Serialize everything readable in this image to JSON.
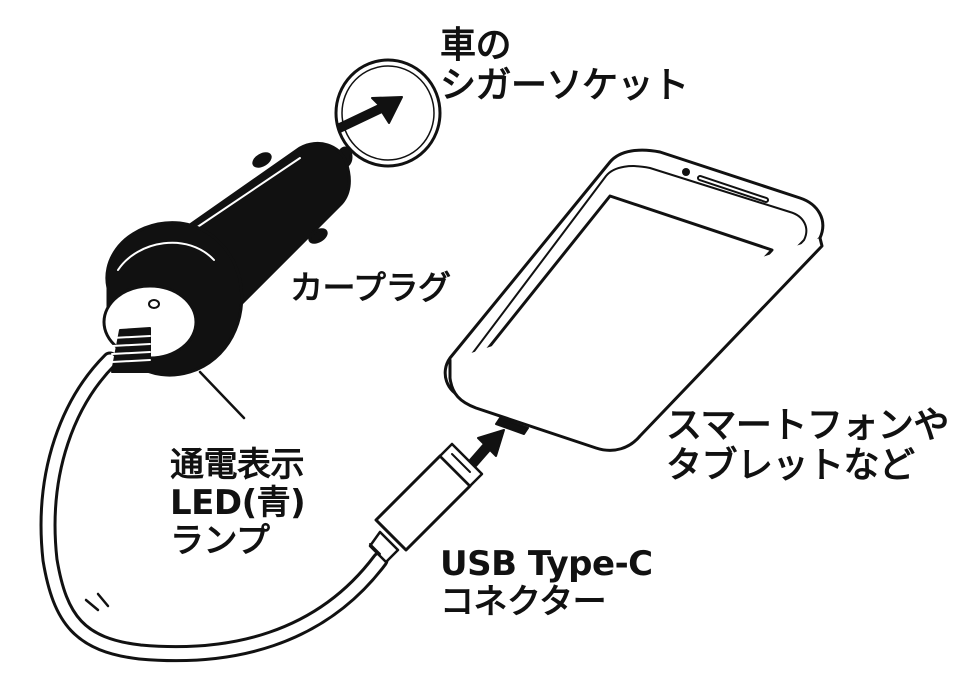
{
  "labels": {
    "socket": {
      "line1": "車の",
      "line2": "シガーソケット"
    },
    "plug": "カープラグ",
    "led": {
      "line1": "通電表示",
      "line2": "LED(青)",
      "line3": "ランプ"
    },
    "phone": {
      "line1": "スマートフォンや",
      "line2": "タブレットなど"
    },
    "usb": {
      "line1": "USB Type-C",
      "line2": "コネクター"
    }
  },
  "colors": {
    "ink": "#111111",
    "paper": "#ffffff",
    "phone_edge": "#e6e6e6",
    "phone_mid": "#f4f4f4"
  }
}
